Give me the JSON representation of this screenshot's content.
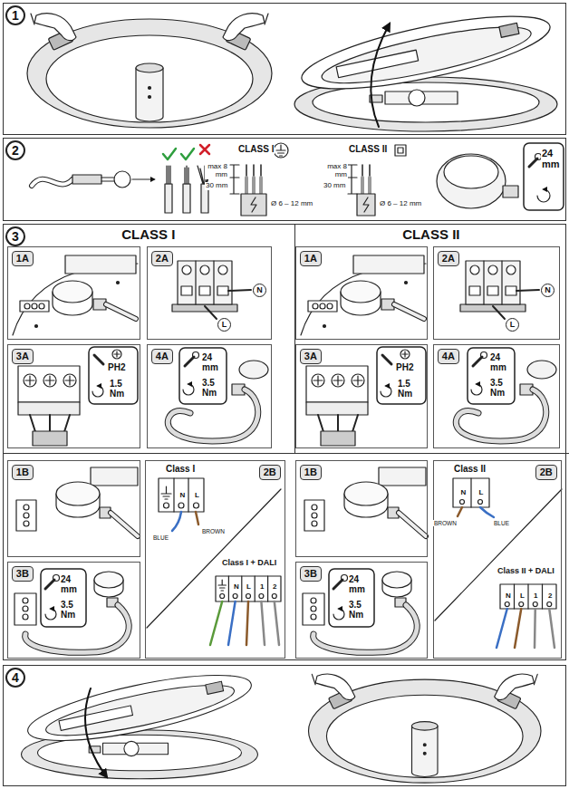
{
  "diagram": {
    "nodes": [
      {
        "text": [
          "1"
        ]
      },
      {
        "text": [
          "2"
        ]
      },
      {
        "text": [
          "3"
        ]
      },
      {
        "text": [
          "CLASS I"
        ],
        "in": 2
      },
      {
        "text": [
          "1A"
        ],
        "in": 3
      },
      {
        "text": [
          "2A"
        ],
        "in": 3
      },
      {
        "text": [
          "3A"
        ],
        "in": 3
      },
      {
        "text": [
          "4A"
        ],
        "in": 3
      },
      {
        "text": [
          "CLASS II"
        ],
        "in": 2
      },
      {
        "text": [
          "1A"
        ],
        "in": 8
      },
      {
        "text": [
          "2A"
        ],
        "in": 8
      },
      {
        "text": [
          "3A"
        ],
        "in": 8
      },
      {
        "text": [
          "4A"
        ],
        "in": 8
      },
      {
        "text": [
          "1B"
        ],
        "in": 2
      },
      {
        "text": [
          "2B"
        ],
        "in": 2
      },
      {
        "text": [
          "3B"
        ],
        "in": 2
      },
      {
        "text": [
          "1B"
        ],
        "in": 2
      },
      {
        "text": [
          "2B"
        ],
        "in": 2
      },
      {
        "text": [
          "3B"
        ],
        "in": 2
      },
      {
        "text": [
          "4"
        ]
      }
    ],
    "labels": [
      "CLASS I",
      "max 8 mm",
      "30 mm",
      "Ø 6 – 12 mm",
      "CLASS II",
      "max 8 mm",
      "30 mm",
      "Ø 6 – 12 mm",
      "24 mm",
      "N",
      "L",
      "PH2",
      "1.5 Nm",
      "24 mm",
      "3.5 Nm",
      "N",
      "L",
      "PH2",
      "1.5 Nm",
      "24 mm",
      "3.5 Nm",
      "24 mm",
      "3.5 Nm",
      "Class I",
      "N",
      "L",
      "BLUE",
      "BROWN",
      "Class I + DALI",
      "N",
      "L",
      "1",
      "2",
      "24 mm",
      "3.5 Nm",
      "Class II",
      "N",
      "L",
      "BROWN",
      "BLUE",
      "Class II + DALI",
      "N",
      "L",
      "1",
      "2"
    ]
  }
}
